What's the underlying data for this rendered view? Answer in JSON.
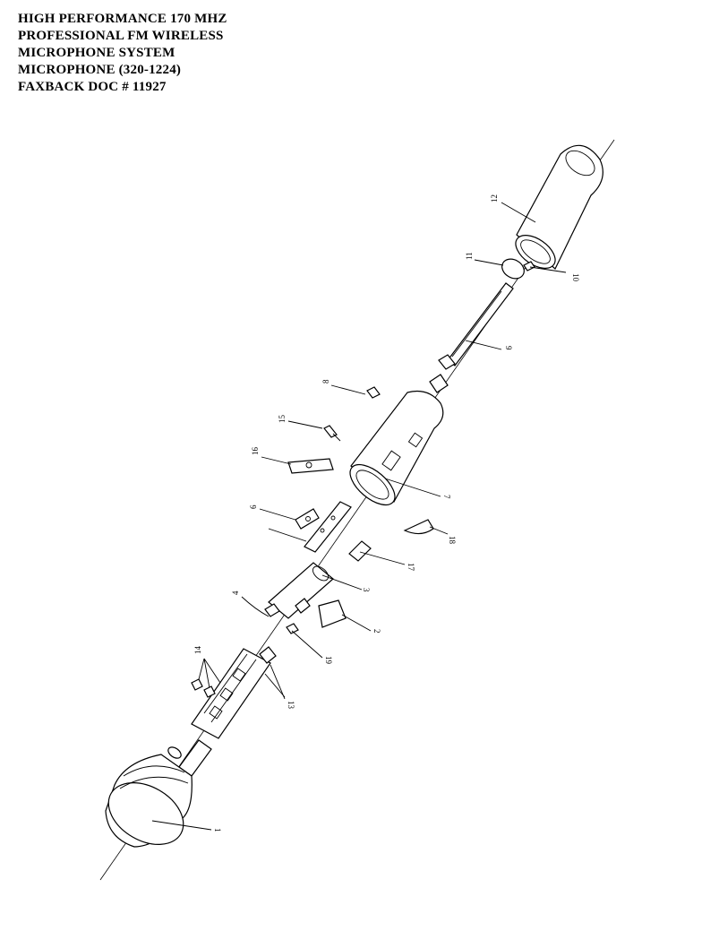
{
  "header": {
    "line1": "HIGH PERFORMANCE 170 MHZ",
    "line2": "PROFESSIONAL FM WIRELESS",
    "line3": "MICROPHONE SYSTEM",
    "line4": "MICROPHONE  (320-1224)",
    "line5": "FAXBACK DOC # 11927"
  },
  "parts": {
    "p1": "1",
    "p2": "2",
    "p3": "3",
    "p4": "4",
    "p6": "6",
    "p7": "7",
    "p8": "8",
    "p9": "9",
    "p10": "10",
    "p11": "11",
    "p12": "12",
    "p13": "13",
    "p14": "14",
    "p15": "15",
    "p16": "16",
    "p17": "17",
    "p18": "18",
    "p19": "19"
  }
}
